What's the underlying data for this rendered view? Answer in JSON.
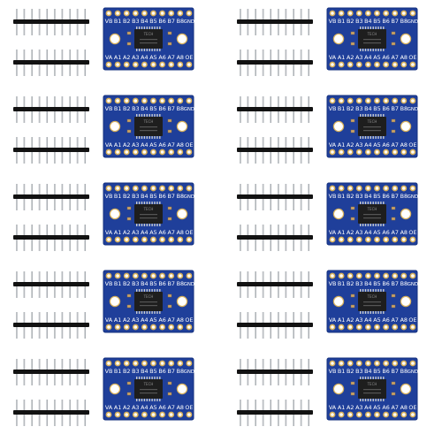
{
  "image": {
    "description_free": true,
    "layout": {
      "rows": 5,
      "columns": 2
    },
    "colors": {
      "background": "#ffffff",
      "pcb": "#1f3f9a",
      "pcb_dark": "#14307e",
      "silkscreen": "#ffffff",
      "chip": "#1e1e1e",
      "pad_gold": "#d8b15a",
      "header_plastic": "#121212",
      "pin_metal": "#9ea3a8"
    },
    "board_labels": {
      "top_row": [
        "VB",
        "B1",
        "B2",
        "B3",
        "B4",
        "B5",
        "B6",
        "B7",
        "B8",
        "GND"
      ],
      "bottom_row": [
        "VA",
        "A1",
        "A2",
        "A3",
        "A4",
        "A5",
        "A6",
        "A7",
        "A8",
        "OE"
      ]
    },
    "chip_marking": "TECH"
  }
}
